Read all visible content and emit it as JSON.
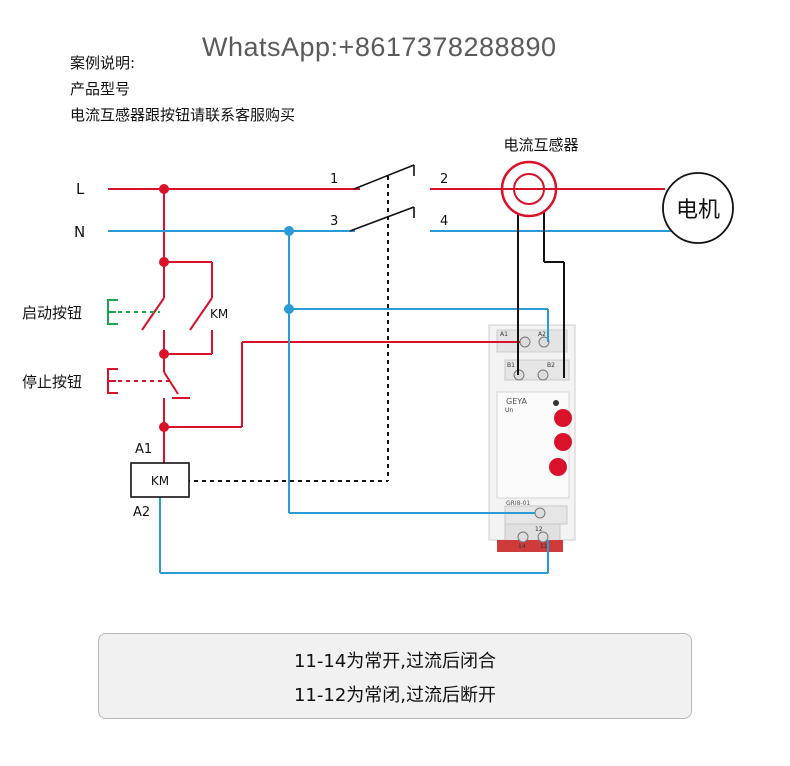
{
  "header": {
    "watermark": "WhatsApp:+8617378288890",
    "lines": [
      "案例说明:",
      "产品型号",
      "电流互感器跟按钮请联系客服购买"
    ]
  },
  "diagram": {
    "line_l": "L",
    "line_n": "N",
    "terminal_1": "1",
    "terminal_2": "2",
    "terminal_3": "3",
    "terminal_4": "4",
    "ct_label": "电流互感器",
    "motor_label": "电机",
    "start_button_label": "启动按钮",
    "stop_button_label": "停止按钮",
    "km_contact_label": "KM",
    "coil_label": "KM",
    "coil_a1": "A1",
    "coil_a2": "A2",
    "relay_brand": "GEYA",
    "relay_model": "GRI8-01",
    "relay_a1": "A1",
    "relay_a2": "A2",
    "relay_b1": "B1",
    "relay_b2": "B2",
    "relay_un": "Un",
    "relay_12": "12",
    "relay_14": "14",
    "relay_11": "11"
  },
  "colors": {
    "live": "#d9112a",
    "neutral": "#2b9bd8",
    "start": "#1fa64a",
    "ct_wire": "#111111"
  },
  "footer": {
    "line1": "11-14为常开,过流后闭合",
    "line2": "11-12为常闭,过流后断开"
  }
}
